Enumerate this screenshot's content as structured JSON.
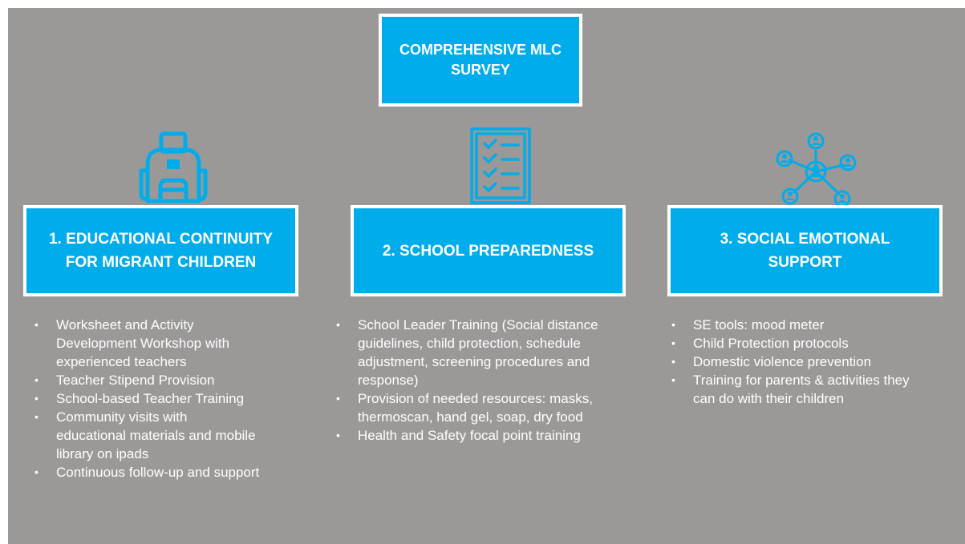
{
  "title": [
    "COMPREHENSIVE MLC",
    "SURVEY"
  ],
  "colors": {
    "box_fill": "#00ace9",
    "box_border": "#ffffff",
    "background": "#9b9898",
    "icon": "#00ace9"
  },
  "columns": [
    {
      "icon": "backpack-icon",
      "heading": [
        "1. EDUCATIONAL CONTINUITY",
        "FOR MIGRANT CHILDREN"
      ],
      "items": [
        [
          "Worksheet and Activity",
          "Development Workshop with",
          "experienced teachers"
        ],
        [
          "Teacher Stipend Provision"
        ],
        [
          "School-based Teacher Training"
        ],
        [
          "Community visits with",
          "educational materials and mobile",
          "library on ipads"
        ],
        [
          "Continuous follow-up and support"
        ]
      ]
    },
    {
      "icon": "checklist-icon",
      "heading": [
        "2. SCHOOL PREPAREDNESS"
      ],
      "items": [
        [
          "School Leader Training (Social distance",
          "guidelines, child protection, schedule",
          "adjustment, screening procedures and",
          "response)"
        ],
        [
          "Provision of needed resources: masks,",
          "thermoscan, hand gel, soap, dry food"
        ],
        [
          "Health and Safety focal point training"
        ]
      ]
    },
    {
      "icon": "people-network-icon",
      "heading": [
        "3. SOCIAL EMOTIONAL",
        "SUPPORT"
      ],
      "items": [
        [
          "SE tools: mood meter"
        ],
        [
          "Child Protection protocols"
        ],
        [
          "Domestic violence prevention"
        ],
        [
          "Training for parents & activities they",
          "can do with their children"
        ]
      ]
    }
  ]
}
